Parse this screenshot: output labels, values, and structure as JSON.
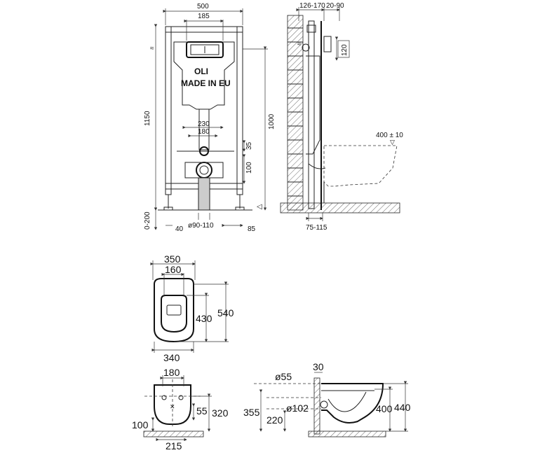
{
  "frame_front": {
    "width_total": "500",
    "width_plate": "185",
    "height_total": "1150",
    "height_mid": "1000",
    "floor_range": "0-200",
    "fixing_span_1": "230",
    "fixing_span_2": "180",
    "bolt_height": "35",
    "outlet_height": "100",
    "left_offset": "40",
    "right_offset": "85",
    "drain_diameter": "ø90-110",
    "logo": "OLI",
    "made_in": "MADE IN EU"
  },
  "frame_side": {
    "wall_depth": "126-170",
    "offset": "20-90",
    "inlet_height": "120",
    "bowl_height": "400 ± 10",
    "floor_offset": "75-115"
  },
  "bowl_top": {
    "width_outer": "350",
    "width_inner": "160",
    "length_total": "540",
    "length_inner": "430",
    "width_base": "340"
  },
  "bowl_rear": {
    "width_top": "180",
    "fix_height": "55",
    "height_mid": "320",
    "floor_height": "100",
    "base_width": "215"
  },
  "bowl_side": {
    "thickness": "30",
    "inlet_diameter": "ø55",
    "outlet_diameter": "ø102",
    "height_inlet": "355",
    "height_outlet": "220",
    "height_rim": "400",
    "height_total": "440"
  }
}
